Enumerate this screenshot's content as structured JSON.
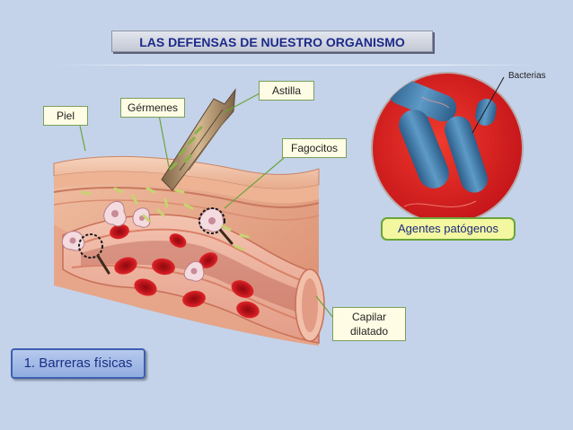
{
  "title": "LAS DEFENSAS DE NUESTRO ORGANISMO",
  "labels": {
    "piel": "Piel",
    "germenes": "Gérmenes",
    "astilla": "Astilla",
    "fagocitos": "Fagocitos",
    "capilar_line1": "Capilar",
    "capilar_line2": "dilatado",
    "bacterias": "Bacterias"
  },
  "agentes": "Agentes patógenos",
  "section": "1. Barreras físicas",
  "colors": {
    "background": "#c4d3ea",
    "title_text": "#1b2a8a",
    "tissue": "#e9a98d",
    "blood": "#c8151b",
    "bacteria_bg": "#e62a24",
    "bacteria": "#3f7fb0"
  }
}
